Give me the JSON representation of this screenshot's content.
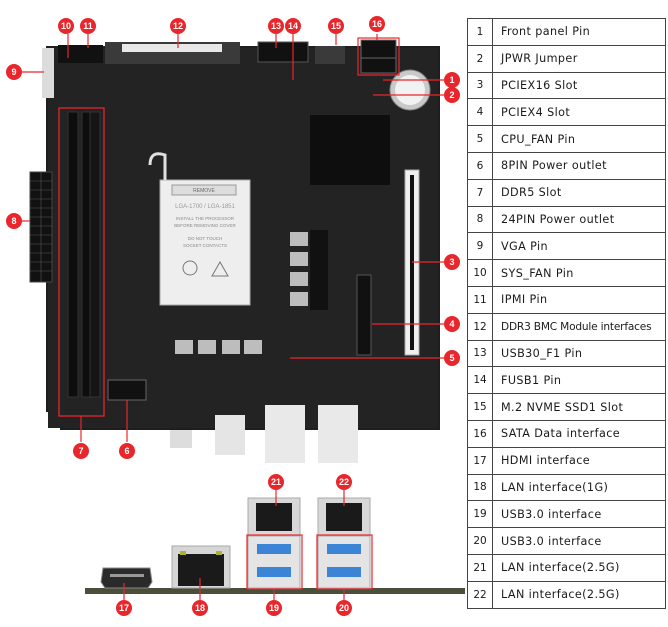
{
  "diagram": {
    "subject": "Motherboard component layout",
    "highlight_color": "#e8262b",
    "callouts": [
      {
        "id": "1",
        "label": "Front panel Pin"
      },
      {
        "id": "2",
        "label": "JPWR Jumper"
      },
      {
        "id": "3",
        "label": "PCIEX16 Slot"
      },
      {
        "id": "4",
        "label": "PCIEX4 Slot"
      },
      {
        "id": "5",
        "label": "CPU_FAN Pin"
      },
      {
        "id": "6",
        "label": "8PIN Power outlet"
      },
      {
        "id": "7",
        "label": "DDR5 Slot"
      },
      {
        "id": "8",
        "label": "24PIN Power outlet"
      },
      {
        "id": "9",
        "label": "VGA Pin"
      },
      {
        "id": "10",
        "label": "SYS_FAN Pin"
      },
      {
        "id": "11",
        "label": "IPMI Pin"
      },
      {
        "id": "12",
        "label": "DDR3 BMC Module interfaces"
      },
      {
        "id": "13",
        "label": "USB30_F1 Pin"
      },
      {
        "id": "14",
        "label": "FUSB1 Pin"
      },
      {
        "id": "15",
        "label": "M.2 NVME SSD1 Slot"
      },
      {
        "id": "16",
        "label": "SATA Data interface"
      },
      {
        "id": "17",
        "label": "HDMI interface"
      },
      {
        "id": "18",
        "label": "LAN interface(1G)"
      },
      {
        "id": "19",
        "label": "USB3.0 interface"
      },
      {
        "id": "20",
        "label": "USB3.0 interface"
      },
      {
        "id": "21",
        "label": "LAN interface(2.5G)"
      },
      {
        "id": "22",
        "label": "LAN interface(2.5G)"
      }
    ],
    "socket_cover_text": [
      "REMOVE",
      "LGA-1700 / LGA-1851",
      "INSTALL THE PROCESSOR",
      "BEFORE REMOVING COVER",
      "DO NOT TOUCH",
      "SOCKET CONTACTS"
    ]
  }
}
